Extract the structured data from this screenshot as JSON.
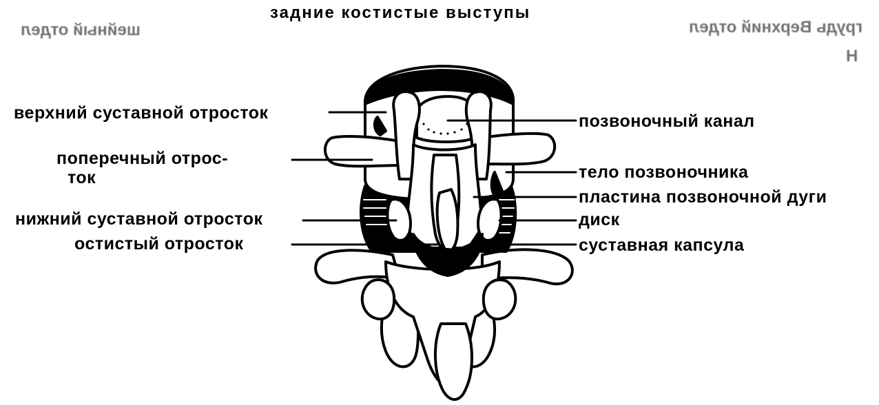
{
  "title": "задние костистые выступы",
  "labels": {
    "superior_articular": "верхний суставной отросток",
    "transverse_line1": "поперечный отрос-",
    "transverse_line2": "ток",
    "inferior_articular": "нижний суставной отросток",
    "spinous": "остистый отросток",
    "spinal_canal": "позвоночный канал",
    "vertebral_body": "тело позвоночника",
    "lamina": "пластина позвоночной дуги",
    "disc": "диск",
    "joint_capsule": "суставная капсула"
  },
  "bleed_through": {
    "left": "шейный отдел",
    "right": "грудь Верхний отдел",
    "right_small": "Н"
  }
}
